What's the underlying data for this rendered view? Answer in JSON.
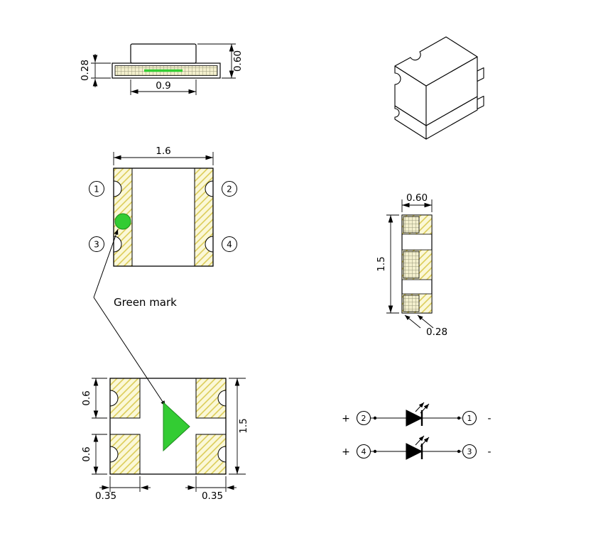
{
  "drawing": {
    "colors": {
      "outline": "#000000",
      "green": "#33cc33",
      "green_dark": "#1d8a1d",
      "pad_fill": "#fbf8d8",
      "hatch_line": "#d9c94e",
      "grid_fill": "#f3efcd",
      "grid_line": "#98987c"
    },
    "views": {
      "front": {
        "dim_pad_height": "0.28",
        "dim_total_height": "0.60",
        "dim_body_width": "0.9"
      },
      "top": {
        "dim_width": "1.6",
        "pins": [
          "1",
          "2",
          "3",
          "4"
        ],
        "green_mark_label": "Green mark"
      },
      "side": {
        "dim_width": "0.60",
        "dim_height": "1.5",
        "dim_pad_width": "0.28"
      },
      "bottom": {
        "dim_pad_top": "0.6",
        "dim_pad_bottom": "0.6",
        "dim_height": "1.5",
        "dim_pad_width_left": "0.35",
        "dim_pad_width_right": "0.35"
      },
      "schematic": {
        "rows": [
          {
            "plus": "+",
            "pin_anode": "2",
            "pin_cathode": "1",
            "minus": "-"
          },
          {
            "plus": "+",
            "pin_anode": "4",
            "pin_cathode": "3",
            "minus": "-"
          }
        ]
      }
    }
  }
}
